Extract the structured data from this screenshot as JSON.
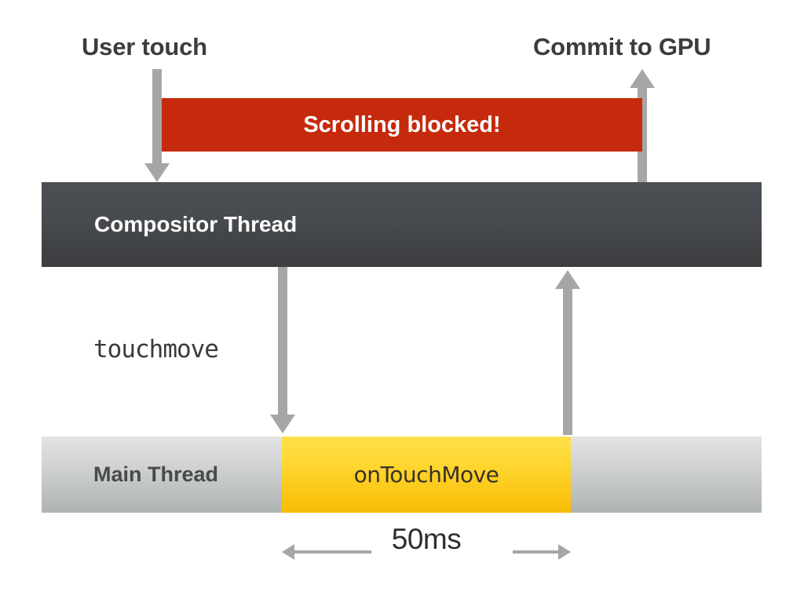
{
  "diagram": {
    "title_labels": {
      "user_touch": "User touch",
      "commit_to_gpu": "Commit to GPU"
    },
    "blocked_bar": {
      "label": "Scrolling blocked!",
      "color": "#c62a0c"
    },
    "compositor_thread": {
      "label": "Compositor Thread",
      "color": "#45484c"
    },
    "event_label": "touchmove",
    "main_thread": {
      "label": "Main Thread",
      "color": "#c9cbcc"
    },
    "task_block": {
      "label": "onTouchMove",
      "color": "#ffd62e"
    },
    "measurement": {
      "label": "50ms"
    },
    "arrow_color": "#a6a6a6"
  }
}
